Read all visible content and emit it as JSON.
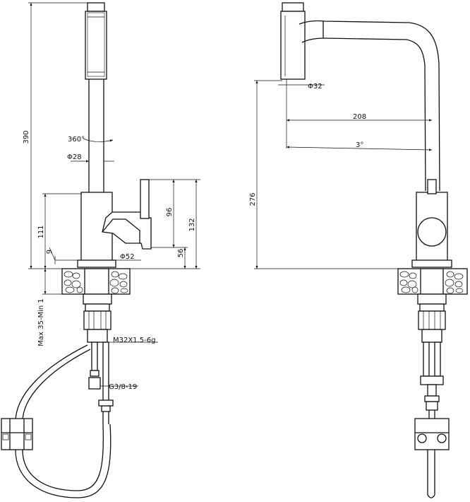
{
  "left_view": {
    "dims": {
      "height_total": "390",
      "rotation": "360°",
      "spout_diameter": "Φ28",
      "body_height": "111",
      "base_offset": "9",
      "base_diameter": "Φ52",
      "handle_height": "96",
      "handle_total": "132",
      "handle_base": "56",
      "deck_thickness": "Max 35-Min 1",
      "thread": "M32X1.5-6g",
      "hose_fitting": "G3/8-19"
    }
  },
  "right_view": {
    "dims": {
      "head_diameter": "Φ32",
      "reach": "208",
      "tilt": "3°",
      "spout_height": "276"
    }
  },
  "colors": {
    "line": "#111111",
    "background": "#ffffff"
  }
}
